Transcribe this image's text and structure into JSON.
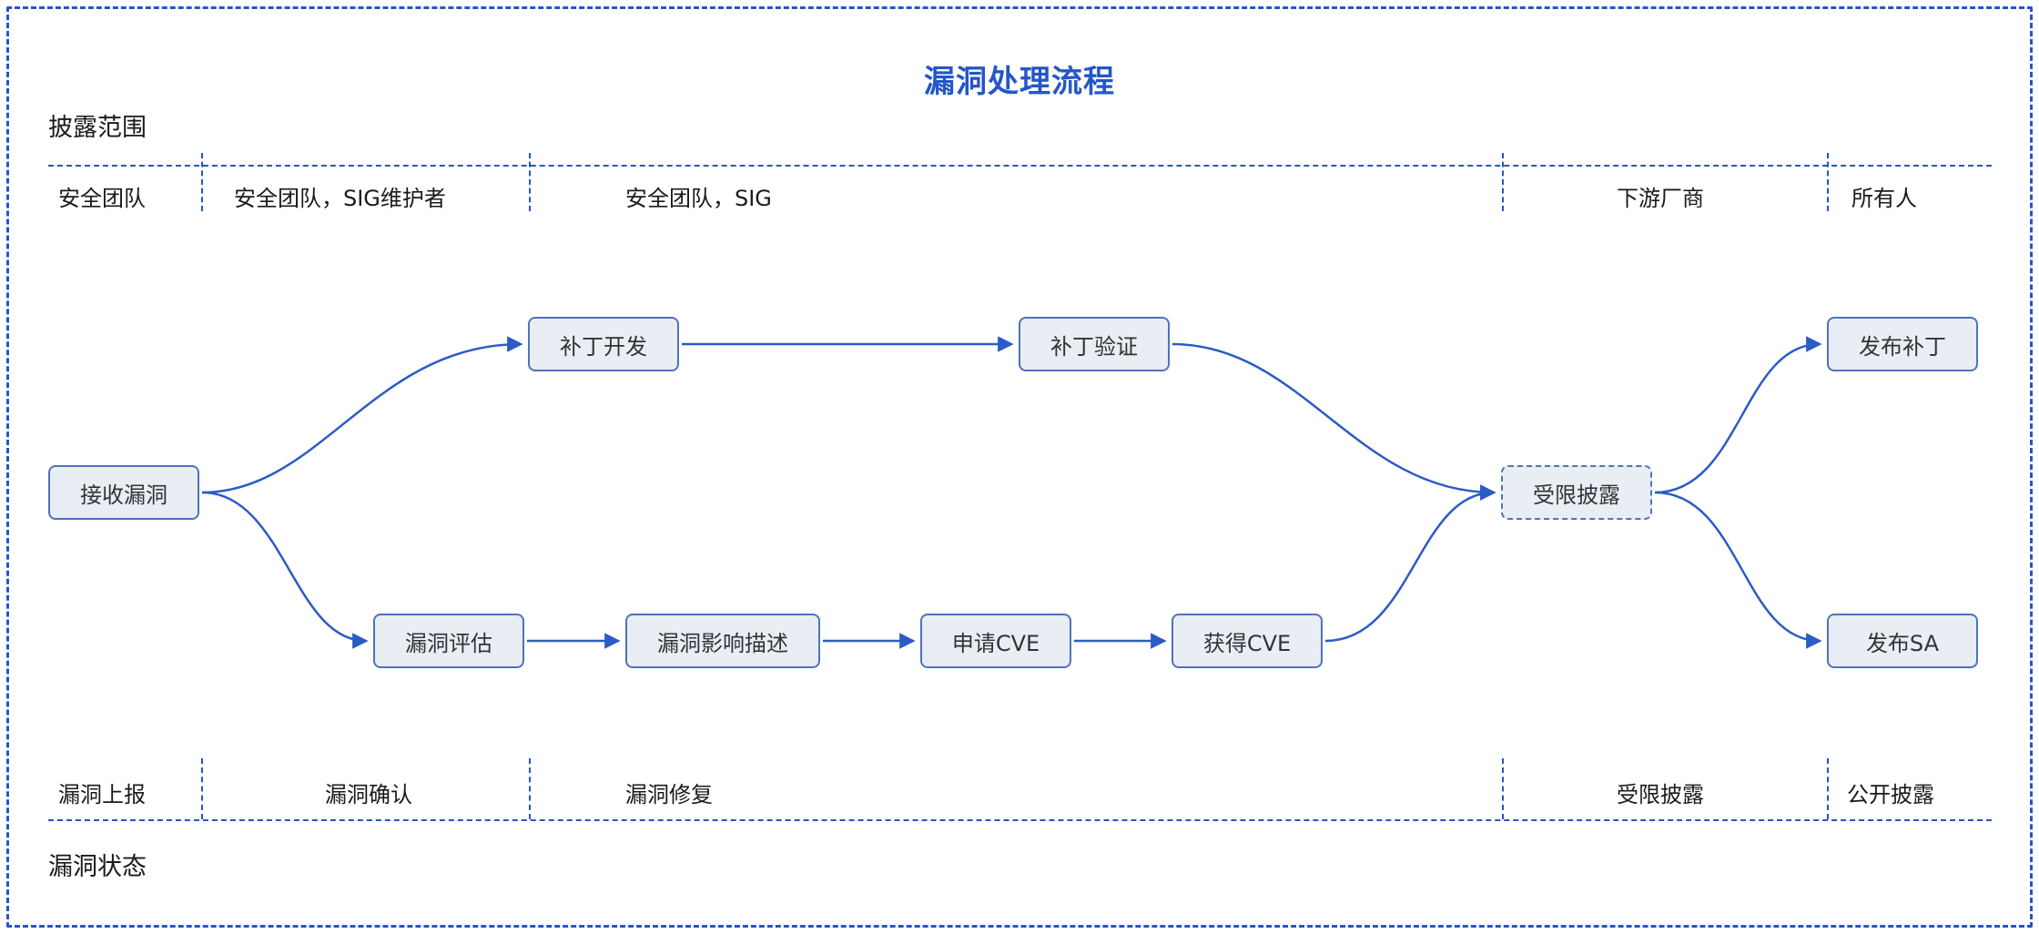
{
  "title": "漏洞处理流程",
  "axes": {
    "top": "披露范围",
    "bottom": "漏洞状态"
  },
  "scope_labels": [
    "安全团队",
    "安全团队，SIG维护者",
    "安全团队，SIG",
    "下游厂商",
    "所有人"
  ],
  "status_labels": [
    "漏洞上报",
    "漏洞确认",
    "漏洞修复",
    "受限披露",
    "公开披露"
  ],
  "nodes": [
    {
      "id": "receive-vulnerability",
      "label": "接收漏洞"
    },
    {
      "id": "patch-development",
      "label": "补丁开发"
    },
    {
      "id": "patch-verification",
      "label": "补丁验证"
    },
    {
      "id": "vulnerability-assessment",
      "label": "漏洞评估"
    },
    {
      "id": "impact-description",
      "label": "漏洞影响描述"
    },
    {
      "id": "apply-cve",
      "label": "申请CVE"
    },
    {
      "id": "obtain-cve",
      "label": "获得CVE"
    },
    {
      "id": "restricted-disclosure",
      "label": "受限披露"
    },
    {
      "id": "release-patch",
      "label": "发布补丁"
    },
    {
      "id": "release-sa",
      "label": "发布SA"
    }
  ],
  "edges": [
    {
      "from": "receive-vulnerability",
      "to": "patch-development"
    },
    {
      "from": "receive-vulnerability",
      "to": "vulnerability-assessment"
    },
    {
      "from": "patch-development",
      "to": "patch-verification"
    },
    {
      "from": "patch-verification",
      "to": "restricted-disclosure"
    },
    {
      "from": "vulnerability-assessment",
      "to": "impact-description"
    },
    {
      "from": "impact-description",
      "to": "apply-cve"
    },
    {
      "from": "apply-cve",
      "to": "obtain-cve"
    },
    {
      "from": "obtain-cve",
      "to": "restricted-disclosure"
    },
    {
      "from": "restricted-disclosure",
      "to": "release-patch"
    },
    {
      "from": "restricted-disclosure",
      "to": "release-sa"
    }
  ],
  "colors": {
    "accent": "#2456c8",
    "arrow": "#2b5cc4",
    "node_fill": "#e9edf4",
    "node_border": "#4d74b8",
    "text": "#333333",
    "label": "#1a1a1a"
  }
}
